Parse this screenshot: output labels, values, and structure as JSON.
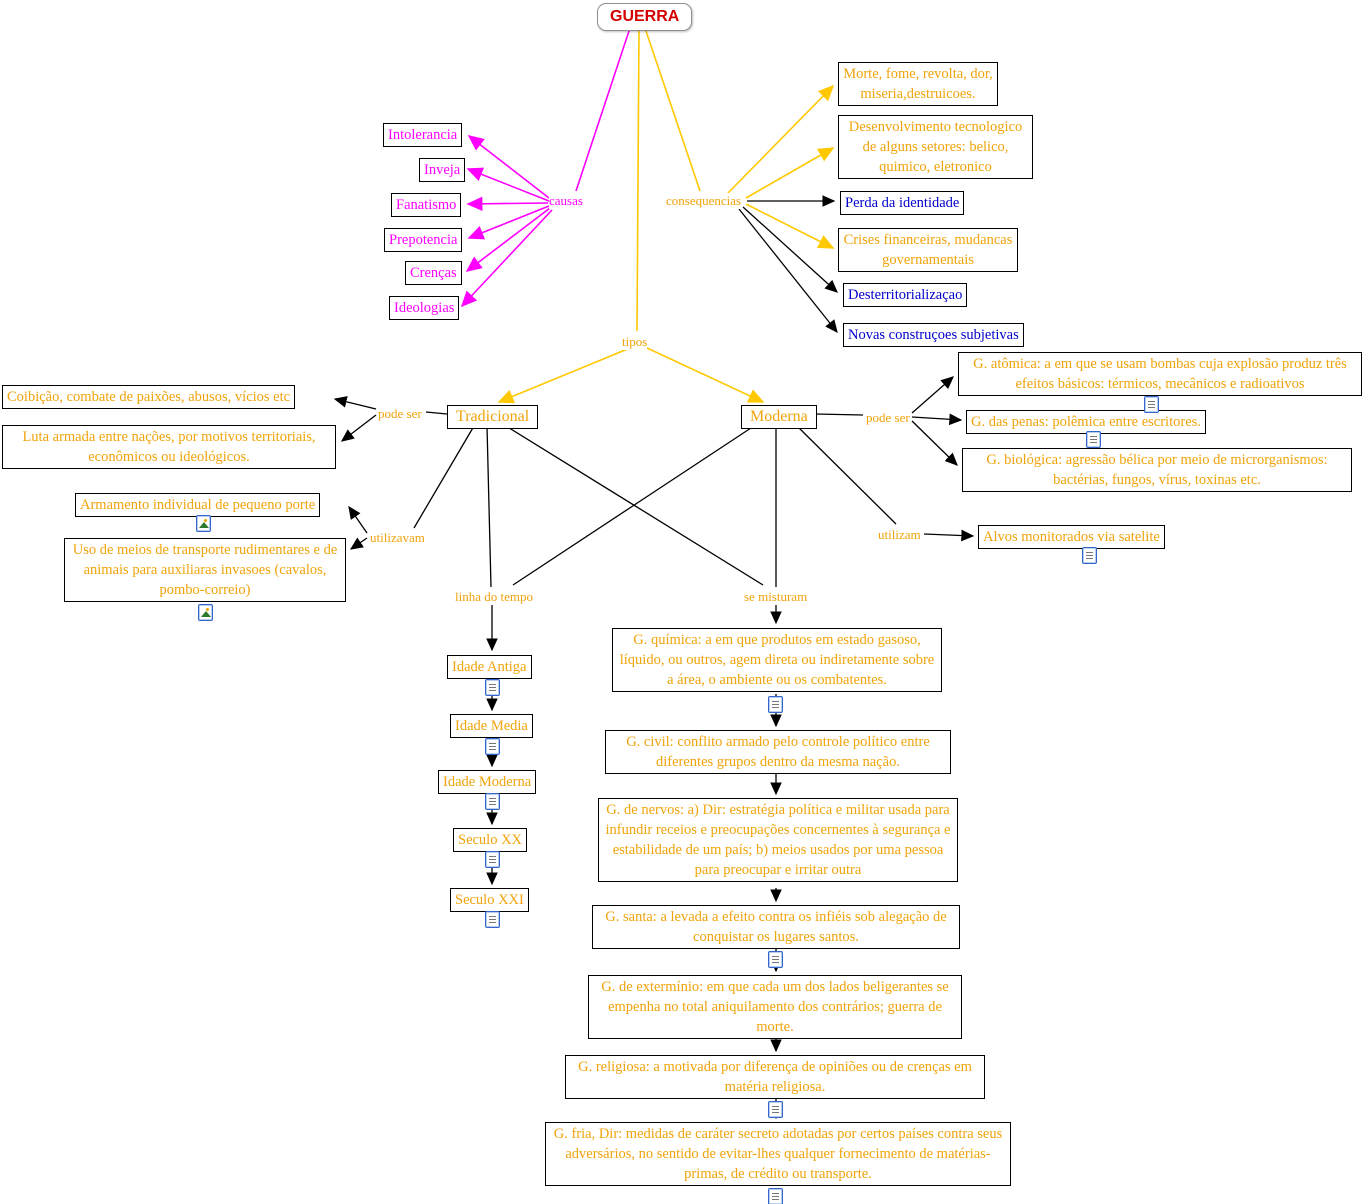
{
  "root": {
    "title": "GUERRA"
  },
  "colors": {
    "concept_text": "#F0A30A",
    "cause_text": "#FF00FF",
    "link_blue": "#0000CD",
    "root_red": "#D40000",
    "line_gold": "#FFC800",
    "line_magenta": "#FF00FF",
    "line_black": "#000000"
  },
  "icons": {
    "document": "document-resource-icon",
    "image": "image-resource-icon"
  },
  "linking_phrases": {
    "causas": "causas",
    "consequencias": "consequencias",
    "tipos": "tipos",
    "pode_ser_tradicional": "pode ser",
    "pode_ser_moderna": "pode ser",
    "utilizavam": "utilizavam",
    "utilizam": "utilizam",
    "linha_do_tempo": "linha do tempo",
    "se_misturam": "se misturam"
  },
  "causas": {
    "intolerancia": "Intolerancia",
    "inveja": "Inveja",
    "fanatismo": "Fanatismo",
    "prepotencia": "Prepotencia",
    "crencas": "Crenças",
    "ideologias": "Ideologias"
  },
  "consequencias": {
    "morte": "Morte, fome, revolta, dor, miseria,destruicoes.",
    "desenvolvimento": "Desenvolvimento tecnologico de alguns setores: belico, quimico, eletronico",
    "perda_identidade": "Perda da identidade",
    "crises": "Crises financeiras, mudancas governamentais",
    "desterritorializacao": "Desterritorializaçao",
    "novas_construcoes": "Novas construçoes subjetivas"
  },
  "tipos": {
    "tradicional": "Tradicional",
    "moderna": "Moderna"
  },
  "tradicional": {
    "pode_ser": {
      "coibicao": "Coibição, combate de paixões, abusos, vícios etc",
      "luta": "Luta armada entre nações, por motivos territoriais, econômicos ou ideológicos."
    },
    "utilizavam": {
      "armamento": "Armamento individual de pequeno porte",
      "transporte": "Uso de meios de transporte rudimentares e de animais para auxiliaras invasoes (cavalos, pombo-correio)"
    },
    "linha_do_tempo": {
      "idade_antiga": "Idade Antiga",
      "idade_media": "Idade Media",
      "idade_moderna": "Idade Moderna",
      "seculo_xx": "Seculo XX",
      "seculo_xxi": "Seculo XXI"
    }
  },
  "moderna": {
    "pode_ser": {
      "atomica": "G. atômica: a em que se usam bombas cuja explosão produz três efeitos básicos: térmicos, mecânicos e radioativos",
      "penas": "G. das penas: polêmica entre escritores.",
      "biologica": "G. biológica: agressão bélica por meio de microrganismos: bactérias, fungos, vírus, toxinas etc."
    },
    "utilizam": {
      "alvos": "Alvos monitorados via satelite"
    }
  },
  "se_misturam": {
    "quimica": "G. química: a em que produtos em estado gasoso, líquido, ou outros, agem direta ou indiretamente sobre a área, o ambiente ou os combatentes.",
    "civil": "G. civil: conflito armado pelo controle político entre diferentes grupos dentro da mesma nação.",
    "nervos": "G. de nervos: a) Dir: estratégia política e militar usada para infundir receios e preocupações concernentes à segurança e estabilidade de um país; b) meios usados por uma pessoa para preocupar e irritar outra",
    "santa": "G. santa: a levada a efeito contra os infiéis sob alegação de conquistar os lugares santos.",
    "exterminio": "G. de extermínio: em que cada um dos lados beligerantes se empenha no total aniquilamento dos contrários; guerra de morte.",
    "religiosa": "G. religiosa: a motivada por diferença de opiniões ou de crenças em matéria religiosa.",
    "fria": "G. fria, Dir: medidas de caráter secreto adotadas por certos países contra seus adversários, no sentido de evitar-lhes qualquer fornecimento de matérias-primas, de crédito ou transporte."
  }
}
